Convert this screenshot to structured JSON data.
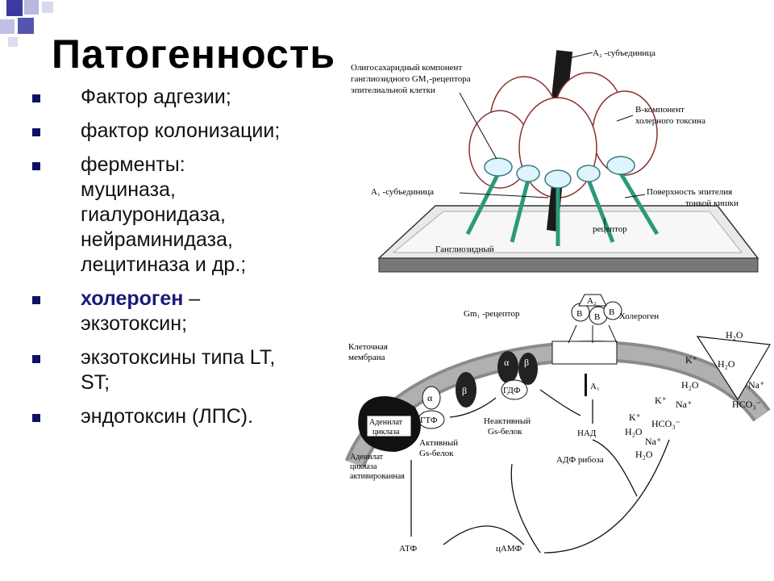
{
  "slide": {
    "title": "Патогенность",
    "bullets": [
      {
        "lines": [
          "Фактор адгезии;"
        ]
      },
      {
        "lines": [
          "фактор колонизации;"
        ]
      },
      {
        "lines": [
          "ферменты:",
          "муциназа,",
          "гиалуронидаза,",
          "нейраминидаза,",
          "лецитиназа и др.;"
        ]
      },
      {
        "highlight": "холероген",
        "rest": " –",
        "lines": [
          "экзотоксин;"
        ]
      },
      {
        "lines": [
          "экзотоксины типа LT,",
          "ST;"
        ]
      },
      {
        "lines": [
          "эндотоксин (ЛПС)."
        ]
      }
    ]
  },
  "colors": {
    "accent": "#1a1a7a",
    "decor_blue": "#3a3aa0",
    "receptor_green": "#33c09a",
    "membrane_gray": "#8a8a8a"
  },
  "diagram_top": {
    "labels": {
      "oligo": [
        "Олигосахаридный компонент",
        "ганглиозидного GM₁-рецептора",
        "эпителиальной клетки"
      ],
      "a2": "A₂ -субъединица",
      "bcomp": [
        "В-компонент",
        "холерного токсина"
      ],
      "a1": "A₁ -субъединица",
      "surface": [
        "Поверхность эпителия",
        "тонкой кишки"
      ],
      "receptor": "рецептор",
      "ganglio": "Ганглиозидный"
    }
  },
  "diagram_bottom": {
    "labels": {
      "gm1": "Gm₁ -рецептор",
      "cholerogen": "Холероген",
      "a2": "A₂",
      "b": "B",
      "membrane": [
        "Клеточная",
        "мембрана"
      ],
      "alpha": "α",
      "beta": "β",
      "gdp": "ГДФ",
      "gtp": "ГТФ",
      "a1": "A₁",
      "adenylate": [
        "Аденилат",
        "циклаза"
      ],
      "inactive": [
        "Неактивный",
        "Gs-белок"
      ],
      "active": [
        "Активный",
        "Gs-белок"
      ],
      "adenylate_active": [
        "Аденилат",
        "циклаза",
        "активированная"
      ],
      "nad": "НАД",
      "adp_ribose": "АДФ рибоза",
      "atp": "АТФ",
      "camp": "цАМФ",
      "ions": {
        "h2o": "H₂O",
        "k": "K⁺",
        "na": "Na⁺",
        "hco3": "HCO₃⁻"
      }
    }
  }
}
